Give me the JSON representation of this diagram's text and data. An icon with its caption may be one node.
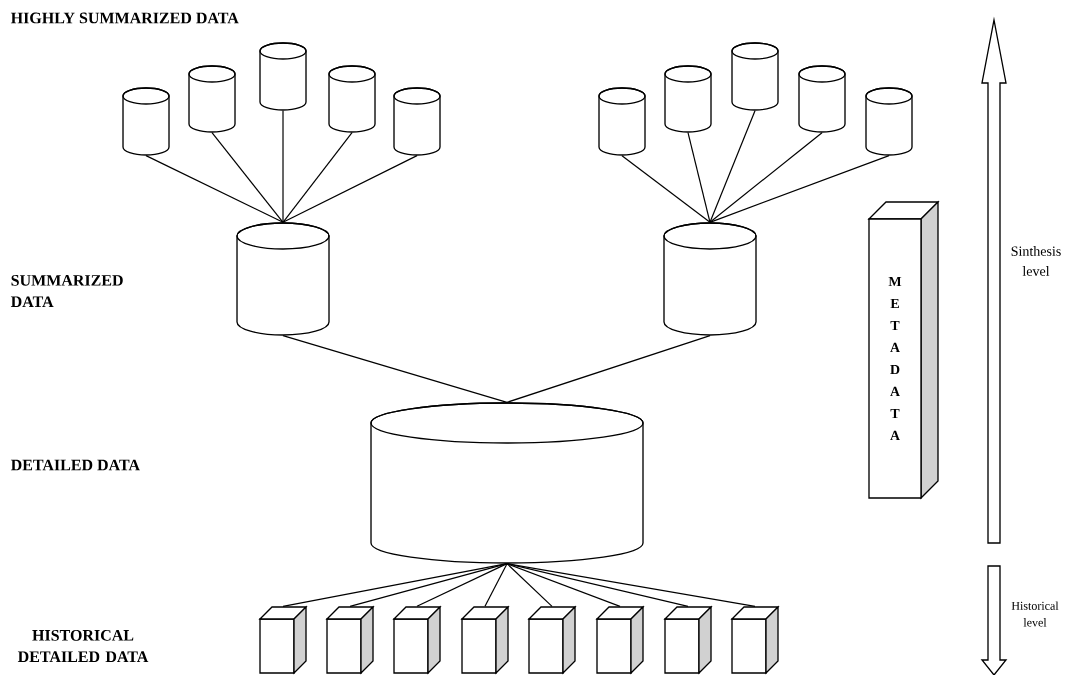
{
  "diagram": {
    "nodes": [
      {
        "text": [],
        "shape": "cylinder"
      },
      {
        "text": [],
        "shape": "cylinder"
      },
      {
        "text": [],
        "shape": "cylinder"
      },
      {
        "text": [],
        "shape": "cylinder"
      },
      {
        "text": [],
        "shape": "cylinder"
      },
      {
        "text": [],
        "shape": "cylinder"
      },
      {
        "text": [],
        "shape": "cylinder"
      },
      {
        "text": [],
        "shape": "cylinder"
      },
      {
        "text": [],
        "shape": "cylinder"
      },
      {
        "text": [],
        "shape": "cylinder"
      },
      {
        "text": [],
        "shape": "cylinder"
      },
      {
        "text": [],
        "shape": "cylinder"
      },
      {
        "text": [],
        "shape": "cylinder"
      },
      {
        "text": [],
        "shape": "box"
      },
      {
        "text": [],
        "shape": "box"
      },
      {
        "text": [],
        "shape": "box"
      },
      {
        "text": [],
        "shape": "box"
      },
      {
        "text": [],
        "shape": "box"
      },
      {
        "text": [],
        "shape": "box"
      },
      {
        "text": [],
        "shape": "box"
      },
      {
        "text": [],
        "shape": "box"
      },
      {
        "text": [
          "METADATA"
        ]
      }
    ],
    "edges": [
      {
        "from": 0,
        "to": 10,
        "arrow": "none"
      },
      {
        "from": 1,
        "to": 10,
        "arrow": "none"
      },
      {
        "from": 2,
        "to": 10,
        "arrow": "none"
      },
      {
        "from": 3,
        "to": 10,
        "arrow": "none"
      },
      {
        "from": 4,
        "to": 10,
        "arrow": "none"
      },
      {
        "from": 5,
        "to": 11,
        "arrow": "none"
      },
      {
        "from": 6,
        "to": 11,
        "arrow": "none"
      },
      {
        "from": 7,
        "to": 11,
        "arrow": "none"
      },
      {
        "from": 8,
        "to": 11,
        "arrow": "none"
      },
      {
        "from": 9,
        "to": 11,
        "arrow": "none"
      },
      {
        "from": 10,
        "to": 12,
        "arrow": "none"
      },
      {
        "from": 11,
        "to": 12,
        "arrow": "none"
      },
      {
        "from": 12,
        "to": 13,
        "arrow": "none"
      },
      {
        "from": 12,
        "to": 14,
        "arrow": "none"
      },
      {
        "from": 12,
        "to": 15,
        "arrow": "none"
      },
      {
        "from": 12,
        "to": 16,
        "arrow": "none"
      },
      {
        "from": 12,
        "to": 17,
        "arrow": "none"
      },
      {
        "from": 12,
        "to": 18,
        "arrow": "none"
      },
      {
        "from": 12,
        "to": 19,
        "arrow": "none"
      },
      {
        "from": 12,
        "to": 20,
        "arrow": "none"
      }
    ],
    "labels": [
      "HIGHLY SUMMARIZED DATA",
      "SUMMARIZED DATA",
      "Sinthesis level",
      "DETAILED DATA",
      "HISTORICAL DETAILED DATA",
      "Historical level"
    ]
  }
}
